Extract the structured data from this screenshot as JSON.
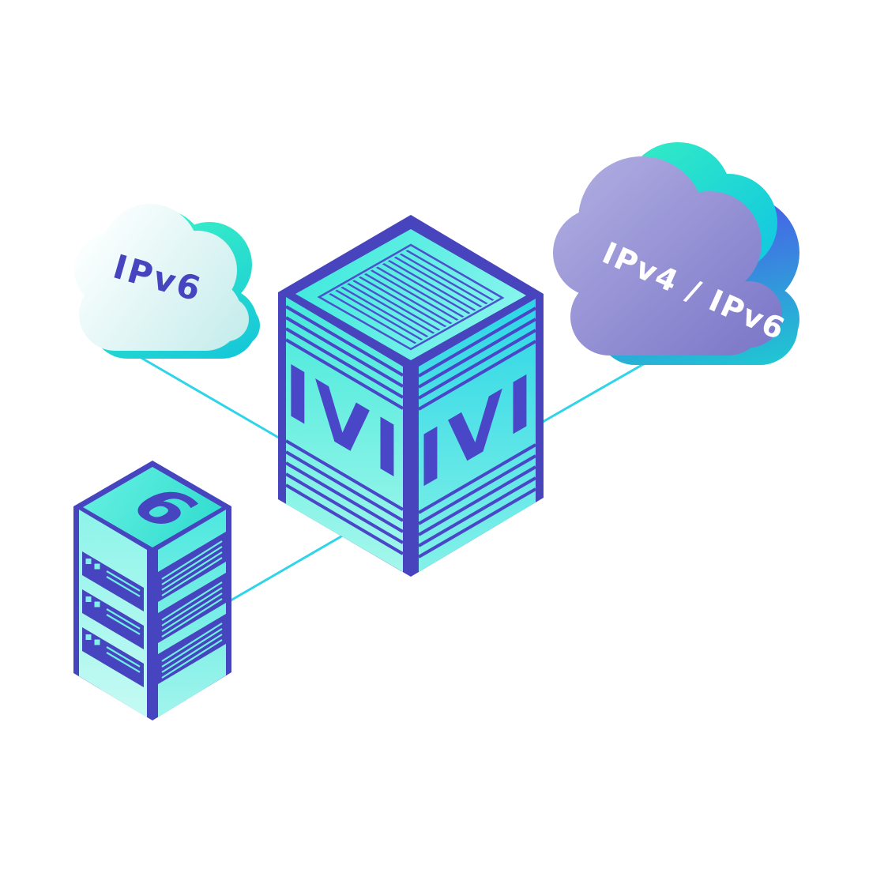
{
  "scene": {
    "background": "#ffffff",
    "connector_color": "#2ED5E8"
  },
  "nodes": {
    "ipv6_cloud": {
      "type": "cloud",
      "label": "IPv6",
      "label_color": "#4744C0"
    },
    "ipv4_ipv6_cloud": {
      "type": "cloud",
      "label": "IPv4 / IPv6",
      "label_color": "#FFFFFF"
    },
    "ivi_box": {
      "type": "isometric-translator-box",
      "left_label": "IVI",
      "right_label": "IVI",
      "label_color": "#4946C8"
    },
    "server": {
      "type": "server-rack",
      "label": "6",
      "label_color": "#4744C0"
    }
  },
  "connections": [
    {
      "from": "ipv6_cloud",
      "to": "ivi_box"
    },
    {
      "from": "ipv4_ipv6_cloud",
      "to": "ivi_box"
    },
    {
      "from": "server",
      "to": "ivi_box"
    }
  ],
  "palette": {
    "teal": "#2EE6CE",
    "cyan": "#27D8E6",
    "indigo": "#4744C0",
    "lavender": "#908DD4",
    "blue": "#4A5AE2"
  }
}
